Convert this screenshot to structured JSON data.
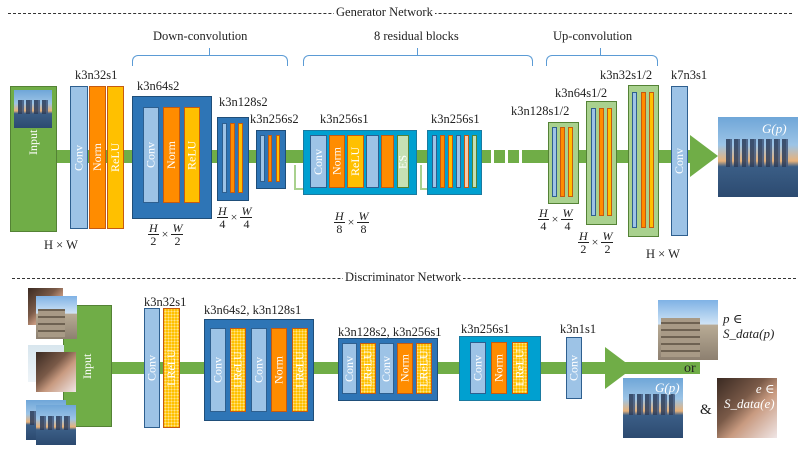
{
  "generator": {
    "title": "Generator Network",
    "groups": {
      "down": "Down-convolution",
      "residual": "8 residual blocks",
      "up": "Up-convolution"
    },
    "input_label": "Input",
    "size_full": "H × W",
    "layers": {
      "l1": "k3n32s1",
      "l2": "k3n64s2",
      "l3": "k3n128s2",
      "l4": "k3n256s2",
      "res1": "k3n256s1",
      "res2": "k3n256s1",
      "up1": "k3n128s1/2",
      "up2": "k3n64s1/2",
      "up3": "k3n32s1/2",
      "out": "k7n3s1"
    },
    "ops": {
      "conv": "Conv",
      "norm": "Norm",
      "relu": "ReLU",
      "es": "ES"
    },
    "fractions": {
      "half": {
        "n1": "H",
        "d1": "2",
        "n2": "W",
        "d2": "2"
      },
      "quarter": {
        "n1": "H",
        "d1": "4",
        "n2": "W",
        "d2": "4"
      },
      "eighth": {
        "n1": "H",
        "d1": "8",
        "n2": "W",
        "d2": "8"
      },
      "times": "×"
    },
    "output_label": "G(p)"
  },
  "discriminator": {
    "title": "Discriminator Network",
    "input_label": "Input",
    "layers": {
      "l1": "k3n32s1",
      "l2": "k3n64s2, k3n128s1",
      "l3": "k3n128s2, k3n256s1",
      "l4": "k3n256s1",
      "l5": "k3n1s1"
    },
    "ops": {
      "conv": "Conv",
      "norm": "Norm",
      "lrelu": "LReLU"
    },
    "outputs": {
      "real_label_line1": "p ∈",
      "real_label_line2": "S_data(p)",
      "or": "or",
      "fake_label": "G(p)",
      "and": "&",
      "edge_label_line1": "e ∈",
      "edge_label_line2": "S_data(e)"
    }
  }
}
